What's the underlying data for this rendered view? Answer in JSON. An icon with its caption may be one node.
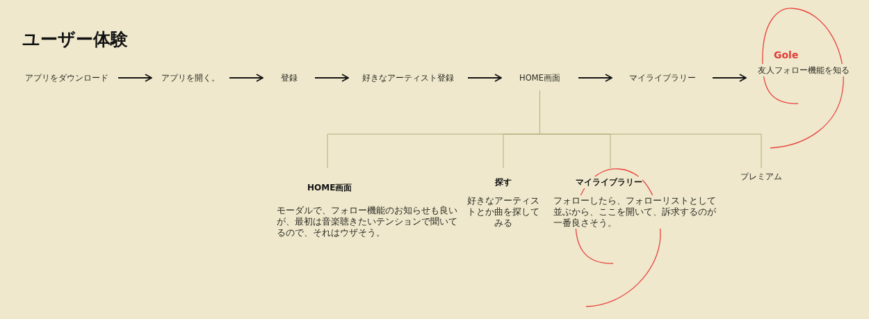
{
  "diagram": {
    "title": "ユーザー体験",
    "nodes": [
      {
        "text": [
          "アプリをダウンロード"
        ]
      },
      {
        "text": [
          "アプリを開く。"
        ]
      },
      {
        "text": [
          "登録"
        ]
      },
      {
        "text": [
          "好きなアーティスト登録"
        ]
      },
      {
        "text": [
          "HOME画面"
        ]
      },
      {
        "text": [
          "マイライブラリー"
        ]
      },
      {
        "text": [
          "Gole",
          "友人フォロー機能を知る"
        ]
      },
      {
        "text": [
          "HOME画面",
          "モーダルで、フォロー機能のお知らせも良いが、最初は音楽聴きたいテンションで聞いてるので、それはウザそう。"
        ]
      },
      {
        "text": [
          "探す",
          "好きなアーティストとか曲を探してみる"
        ]
      },
      {
        "text": [
          "マイライブラリー",
          "フォローしたら、フォローリストとして並ぶから、ここを開いて、訴求するのが一番良さそう。"
        ]
      },
      {
        "text": [
          "プレミアム"
        ]
      }
    ],
    "edges": [
      {
        "from": 0,
        "to": 1,
        "arrow": "to"
      },
      {
        "from": 1,
        "to": 2,
        "arrow": "to"
      },
      {
        "from": 2,
        "to": 3,
        "arrow": "to"
      },
      {
        "from": 3,
        "to": 4,
        "arrow": "to"
      },
      {
        "from": 4,
        "to": 5,
        "arrow": "to"
      },
      {
        "from": 5,
        "to": 6,
        "arrow": "to"
      },
      {
        "from": 4,
        "to": 7,
        "arrow": "none",
        "color": "#b3ac7a"
      },
      {
        "from": 4,
        "to": 8,
        "arrow": "none",
        "color": "#b3ac7a"
      },
      {
        "from": 4,
        "to": 9,
        "arrow": "none",
        "color": "#b3ac7a"
      },
      {
        "from": 4,
        "to": 10,
        "arrow": "none",
        "color": "#b3ac7a"
      }
    ]
  }
}
